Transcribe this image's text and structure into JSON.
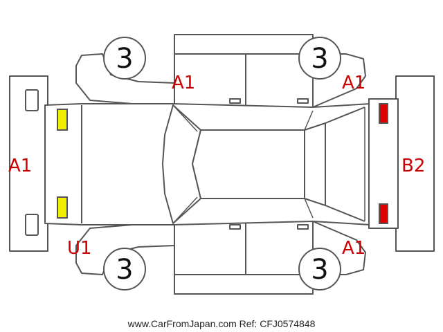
{
  "colors": {
    "outline": "#555555",
    "damage_code": "#cc0000",
    "yellow_marker": "#f2ee00",
    "red_marker": "#dd0000"
  },
  "tires": [
    {
      "id": "front-left",
      "tread": "3"
    },
    {
      "id": "rear-left",
      "tread": "3"
    },
    {
      "id": "front-right",
      "tread": "3"
    },
    {
      "id": "rear-right",
      "tread": "3"
    }
  ],
  "damage_codes": [
    {
      "id": "top-front-door",
      "code": "A1"
    },
    {
      "id": "top-rear-corner",
      "code": "A1"
    },
    {
      "id": "front-bumper",
      "code": "A1"
    },
    {
      "id": "rear-bumper",
      "code": "B2"
    },
    {
      "id": "bottom-front-corner",
      "code": "U1"
    },
    {
      "id": "bottom-rear-corner",
      "code": "A1"
    }
  ],
  "markers": {
    "front": [
      "yellow-marker",
      "yellow-marker"
    ],
    "rear": [
      "red-marker",
      "red-marker"
    ]
  },
  "footer": {
    "text": "www.CarFromJapan.com Ref: CFJ0574848"
  }
}
